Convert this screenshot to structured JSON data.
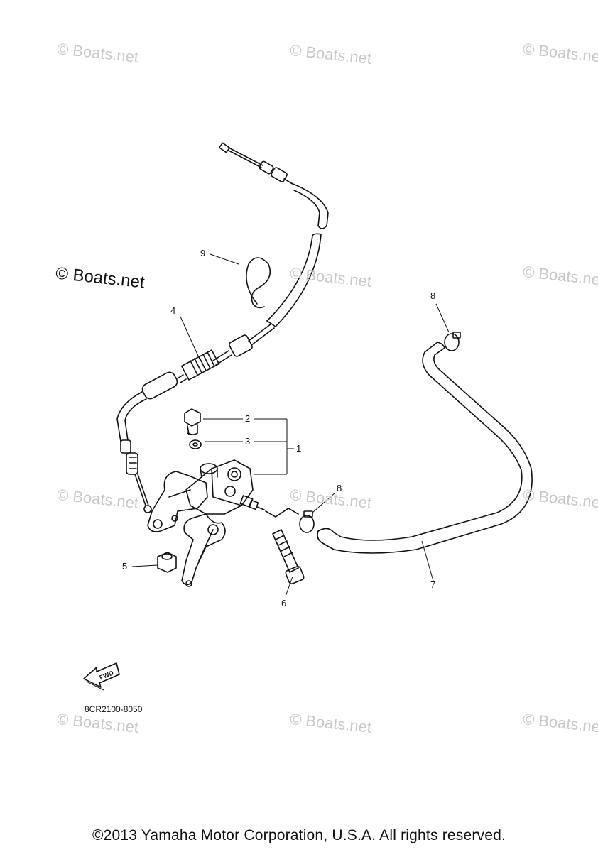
{
  "watermark": "© Boats.net",
  "watermark_bold": "© Boats.net",
  "callouts": {
    "c1": "1",
    "c2": "2",
    "c3": "3",
    "c4": "4",
    "c5": "5",
    "c6": "6",
    "c7": "7",
    "c8a": "8",
    "c8b": "8",
    "c9": "9"
  },
  "fwd_label": "FWD",
  "part_code": "8CR2100-8050",
  "copyright": "©2013 Yamaha Motor Corporation, U.S.A. All rights reserved."
}
